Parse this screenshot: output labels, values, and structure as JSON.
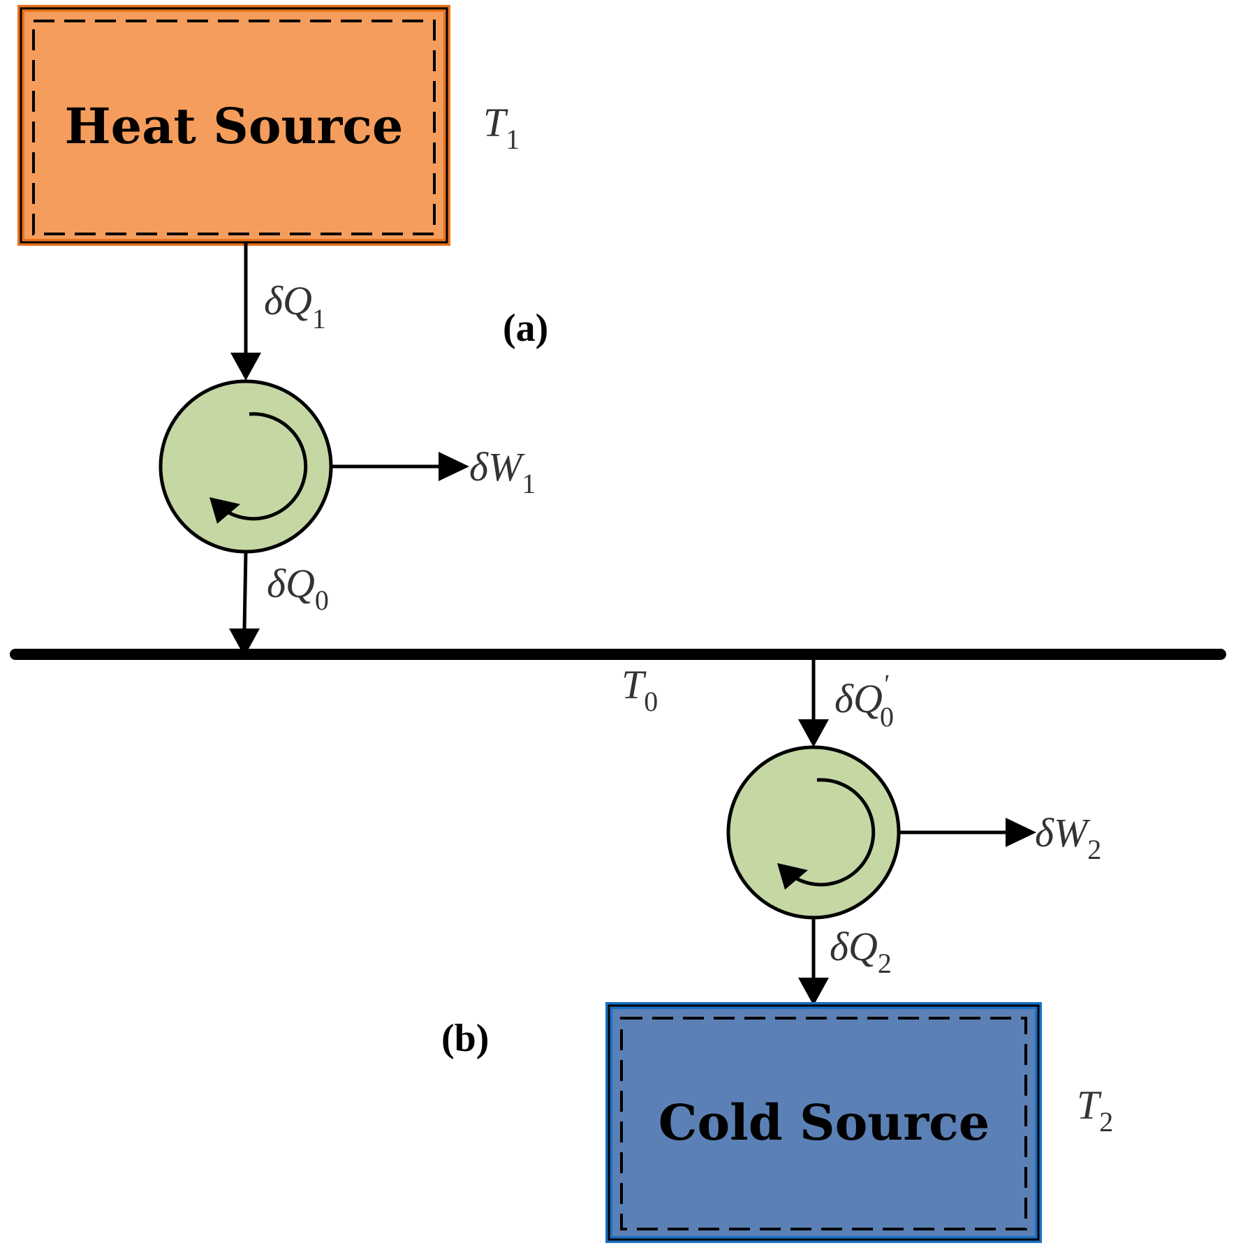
{
  "colors": {
    "heat_fill": "#f59d5c",
    "heat_border": "#e8721c",
    "cold_fill": "#5b80b5",
    "cold_border": "#1a6fc4",
    "engine_fill": "#c5d7a3",
    "line": "#000000"
  },
  "heat_source": {
    "label": "Heat Source",
    "temp": {
      "main": "T",
      "sub": "1"
    }
  },
  "cold_source": {
    "label": "Cold Source",
    "temp": {
      "main": "T",
      "sub": "2"
    }
  },
  "ambient": {
    "temp": {
      "main": "T",
      "sub": "0"
    }
  },
  "part_labels": {
    "a": "(a)",
    "b": "(b)"
  },
  "engine_a": {
    "heat_in": {
      "main": "δQ",
      "sub": "1"
    },
    "work": {
      "main": "δW",
      "sub": "1"
    },
    "heat_out": {
      "main": "δQ",
      "sub": "0"
    }
  },
  "engine_b": {
    "heat_in": {
      "main": "δQ",
      "sup": "'",
      "sub": "0"
    },
    "work": {
      "main": "δW",
      "sub": "2"
    },
    "heat_out": {
      "main": "δQ",
      "sub": "2"
    }
  }
}
